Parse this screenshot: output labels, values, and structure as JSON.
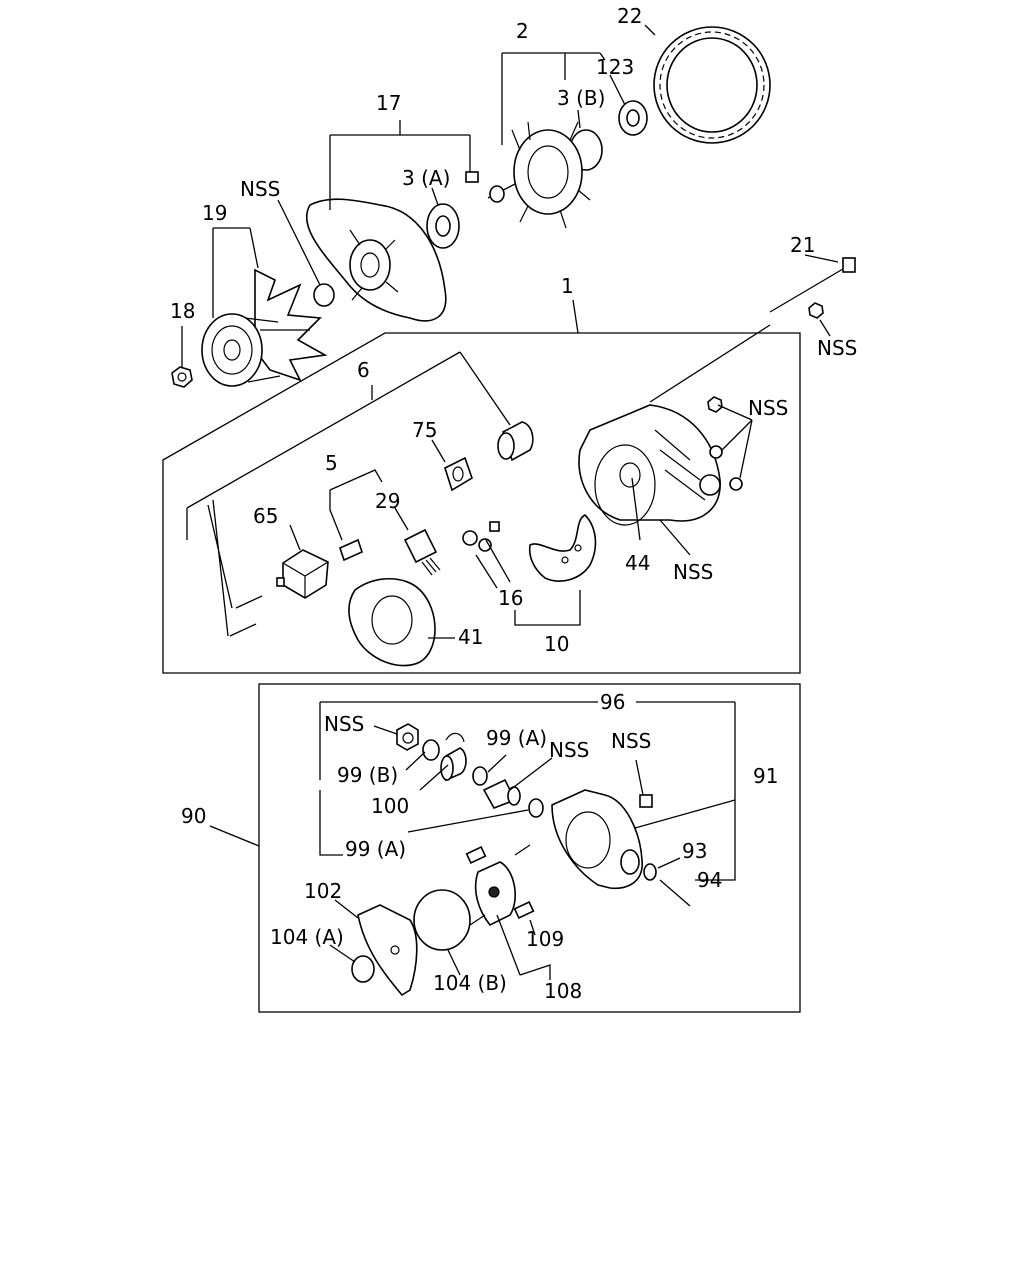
{
  "diagram": {
    "labels": {
      "p1": "1",
      "p2": "2",
      "p3a": "3 (A)",
      "p3b": "3 (B)",
      "p5": "5",
      "p6": "6",
      "p10": "10",
      "p16": "16",
      "p17": "17",
      "p18": "18",
      "p19": "19",
      "p21": "21",
      "p22": "22",
      "p29": "29",
      "p41": "41",
      "p44": "44",
      "p65": "65",
      "p75": "75",
      "p90": "90",
      "p91": "91",
      "p93": "93",
      "p94": "94",
      "p96": "96",
      "p99a_top": "99 (A)",
      "p99a_bottom": "99 (A)",
      "p99b": "99 (B)",
      "p100": "100",
      "p102": "102",
      "p104a": "104 (A)",
      "p104b": "104 (B)",
      "p108": "108",
      "p109": "109",
      "p123": "123",
      "nss_pulley": "NSS",
      "nss_bolt": "NSS",
      "nss_housing": "NSS",
      "nss_frame": "NSS",
      "nss_terminal": "NSS",
      "nss_stud": "NSS",
      "nss_screw": "NSS"
    }
  }
}
